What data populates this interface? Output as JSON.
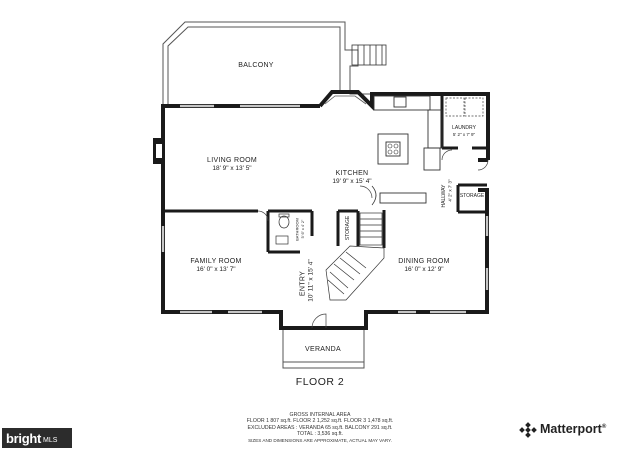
{
  "rooms": {
    "balcony": {
      "name": "BALCONY"
    },
    "laundry": {
      "name": "LAUNDRY",
      "dims": "5' 2\" x 7' 9\""
    },
    "living_room": {
      "name": "LIVING ROOM",
      "dims": "18' 9\" x 13' 5\""
    },
    "kitchen": {
      "name": "KITCHEN",
      "dims": "19' 9\" x 15' 4\""
    },
    "hallway": {
      "name": "HALLWAY",
      "dims": "4' 2\" x 7' 3\""
    },
    "storage_right": {
      "name": "STORAGE"
    },
    "storage_center": {
      "name": "STORAGE"
    },
    "bathroom": {
      "name": "BATHROOM",
      "dims": "5' 6\" x 4' 2\""
    },
    "family_room": {
      "name": "FAMILY ROOM",
      "dims": "16' 0\" x 13' 7\""
    },
    "dining_room": {
      "name": "DINING ROOM",
      "dims": "16' 0\" x 12' 9\""
    },
    "entry": {
      "name": "ENTRY",
      "dims": "10' 11\" x 15' 4\""
    },
    "veranda": {
      "name": "VERANDA"
    }
  },
  "floor_title": "FLOOR 2",
  "area_summary": {
    "heading": "GROSS INTERNAL AREA",
    "line1": "FLOOR 1 807 sq.ft.   FLOOR 2 1,252 sq.ft.   FLOOR 3 1,478 sq.ft.",
    "line2": "EXCLUDED AREAS :  VERANDA 65 sq.ft.   BALCONY 291 sq.ft.",
    "line3": "TOTAL :  3,536 sq.ft.",
    "disclaimer": "SIZES AND DIMENSIONS ARE APPROXIMATE, ACTUAL MAY VARY."
  },
  "branding": {
    "bright_logo": "bright",
    "bright_suffix": "MLS",
    "matterport": "Matterport",
    "matterport_mark": "®"
  },
  "colors": {
    "wall": "#1a1a1a",
    "thin_line": "#555555",
    "background": "#ffffff"
  }
}
